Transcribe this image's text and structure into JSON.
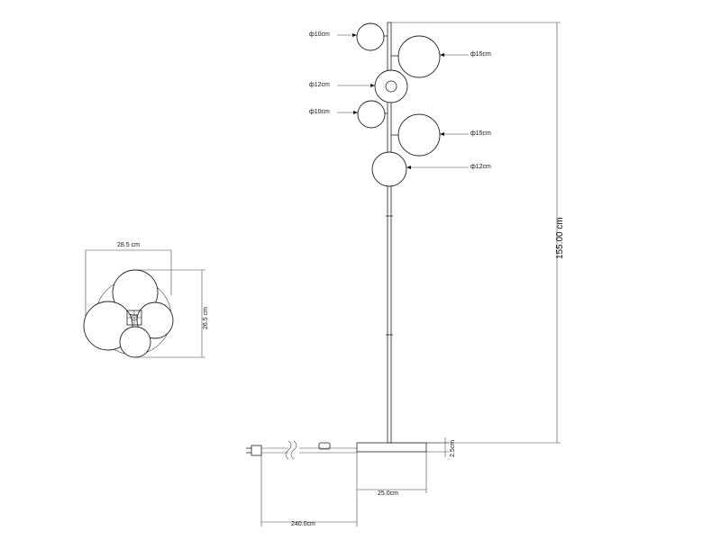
{
  "colors": {
    "line": "#222222",
    "background": "#ffffff"
  },
  "front_view": {
    "globe_labels": [
      {
        "id": "g1",
        "text": "ф10cm"
      },
      {
        "id": "g2",
        "text": "ф15cm"
      },
      {
        "id": "g3",
        "text": "ф12cm"
      },
      {
        "id": "g4",
        "text": "ф10cm"
      },
      {
        "id": "g5",
        "text": "ф15cm"
      },
      {
        "id": "g6",
        "text": "ф12cm"
      }
    ],
    "height_label": "155.00 cm",
    "base_height_label": "2.5cm",
    "base_width_label": "25.0cm",
    "cable_length_label": "240.0cm"
  },
  "top_view": {
    "width_label": "28.5 cm",
    "depth_label": "26.5 cm"
  }
}
